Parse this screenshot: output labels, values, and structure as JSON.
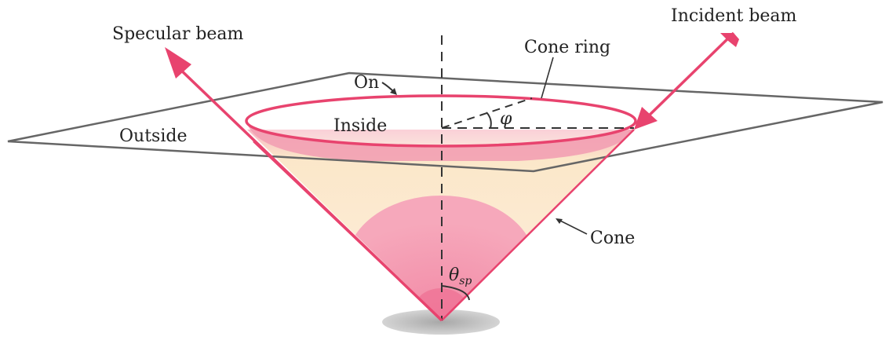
{
  "labels": {
    "specular_beam": "Specular beam",
    "incident_beam": "Incident beam",
    "cone_ring": "Cone ring",
    "on": "On",
    "inside": "Inside",
    "outside": "Outside",
    "cone": "Cone",
    "phi": "φ",
    "theta": "θ",
    "theta_sub": "sp"
  },
  "colors": {
    "beam": "#e8436e",
    "cone_edge": "#e8436e",
    "cone_fill_pink": "#f7a3b8",
    "cone_fill_cream": "#fbe7c9",
    "plane_edge": "#666666",
    "shadow": "#bdbdbd",
    "ring_fill": "#f4a9ba"
  }
}
